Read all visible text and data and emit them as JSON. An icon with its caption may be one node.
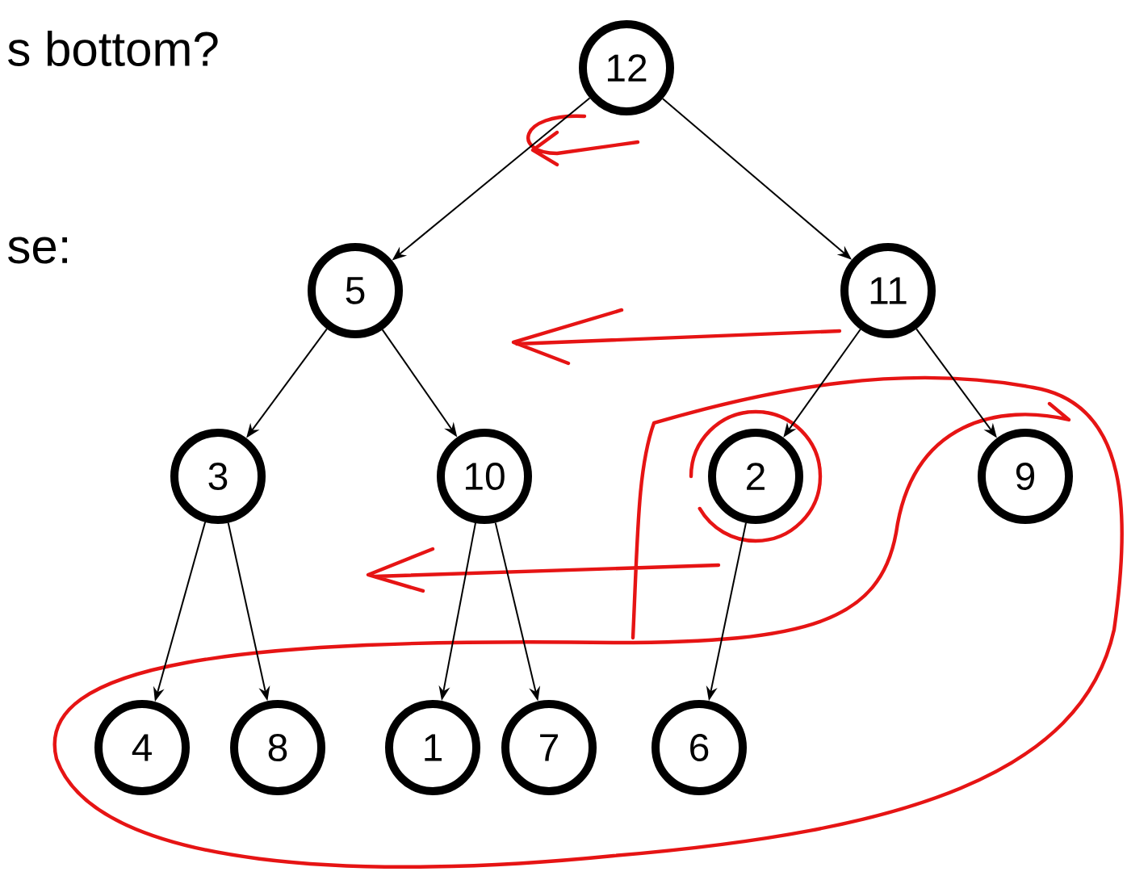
{
  "diagram": {
    "nodes": [
      {
        "text": [
          "12"
        ]
      },
      {
        "text": [
          "5"
        ]
      },
      {
        "text": [
          "11"
        ]
      },
      {
        "text": [
          "3"
        ]
      },
      {
        "text": [
          "10"
        ]
      },
      {
        "text": [
          "2"
        ]
      },
      {
        "text": [
          "9"
        ]
      },
      {
        "text": [
          "4"
        ]
      },
      {
        "text": [
          "8"
        ]
      },
      {
        "text": [
          "1"
        ]
      },
      {
        "text": [
          "7"
        ]
      },
      {
        "text": [
          "6"
        ]
      }
    ],
    "edges": [
      {
        "from": 0,
        "to": 1,
        "arrow": "to"
      },
      {
        "from": 0,
        "to": 2,
        "arrow": "to"
      },
      {
        "from": 1,
        "to": 3,
        "arrow": "to"
      },
      {
        "from": 1,
        "to": 4,
        "arrow": "to"
      },
      {
        "from": 2,
        "to": 5,
        "arrow": "to"
      },
      {
        "from": 2,
        "to": 6,
        "arrow": "to"
      },
      {
        "from": 3,
        "to": 7,
        "arrow": "to"
      },
      {
        "from": 3,
        "to": 8,
        "arrow": "to"
      },
      {
        "from": 4,
        "to": 9,
        "arrow": "to"
      },
      {
        "from": 4,
        "to": 10,
        "arrow": "to"
      },
      {
        "from": 5,
        "to": 11,
        "arrow": "to"
      }
    ],
    "labels": [
      "s bottom?",
      "se:"
    ]
  }
}
